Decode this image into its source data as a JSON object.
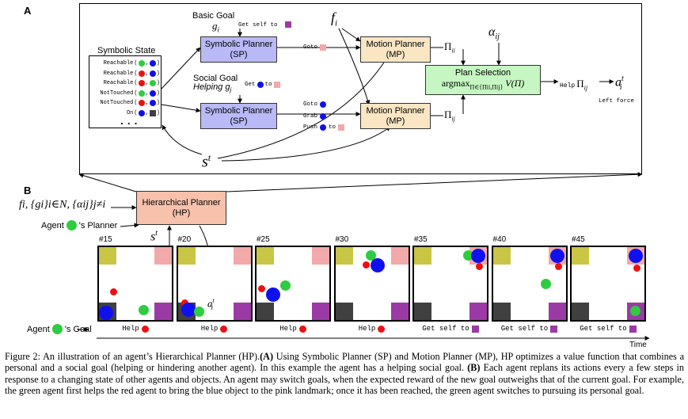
{
  "panel_a": {
    "label": "A",
    "symbolic_state_title": "Symbolic State",
    "state_rows": [
      {
        "pred": "Reachable",
        "a": "#2ecc40",
        "b": "#1010ee"
      },
      {
        "pred": "Reachable",
        "a": "#ee1010",
        "b": "#1010ee"
      },
      {
        "pred": "Reachable",
        "a": "#ee1010",
        "b": "#2ecc40"
      },
      {
        "pred": "NotTouched",
        "a": "#2ecc40",
        "b": "#1010ee"
      },
      {
        "pred": "NotTouched",
        "a": "#ee1010",
        "b": "#1010ee"
      },
      {
        "pred": "On",
        "a": "#1010ee",
        "b": "#404040"
      }
    ],
    "state_ellipsis": "...",
    "basic_goal_label": "Basic Goal",
    "basic_goal_var": "g",
    "basic_goal_sub": "i",
    "basic_goal_cmd": "Get self to",
    "social_goal_label": "Social Goal",
    "social_goal_var": "Helping g",
    "social_goal_sub": "j",
    "social_goal_cmd_1": "Get",
    "social_goal_cmd_2": "to",
    "sp_label": "Symbolic Planner",
    "sp_abbr": "(SP)",
    "mp_label": "Motion Planner",
    "mp_abbr": "(MP)",
    "ps_label": "Plan Selection",
    "ps_formula": "argmax",
    "ps_formula_sub": "Π∈{Πii,Πij}",
    "ps_formula_tail": "V(Π)",
    "goto_1": "Goto",
    "goto_2": "Goto",
    "grab": "Grab",
    "push": "Push",
    "push_to": "to",
    "pi_ii": "Π",
    "pi_ii_sub": "ii",
    "pi_ij": "Π",
    "pi_ij_sub": "ij",
    "f_i": "f",
    "f_i_sub": "i",
    "alpha": "α",
    "alpha_sub": "ij",
    "s_t": "s",
    "s_t_sup": "t",
    "help_out": "Help",
    "help_pi": "Π",
    "help_pi_sub": "ij",
    "a_out": "a",
    "a_out_sub": "i",
    "a_out_sup": "t",
    "left_force": "Left force"
  },
  "panel_b": {
    "label": "B",
    "inputs": "fi, {gi}i∈N, {αij}j≠i",
    "hp_label": "Hierarchical Planner",
    "hp_abbr": "(HP)",
    "agent_planner_1": "Agent",
    "agent_planner_2": "'s Planner",
    "s_t": "s",
    "s_t_sup": "t",
    "a_t": "a",
    "a_t_sub": "i",
    "a_t_sup": "t",
    "agent_goal_1": "Agent",
    "agent_goal_2": "'s Goal",
    "time_label": "Time",
    "frames": [
      {
        "num": "#15",
        "goal": "Help",
        "goal_color": "#ee1010",
        "goal_shape": "dot"
      },
      {
        "num": "#20",
        "goal": "Help",
        "goal_color": "#ee1010",
        "goal_shape": "dot"
      },
      {
        "num": "#25",
        "goal": "Help",
        "goal_color": "#ee1010",
        "goal_shape": "dot"
      },
      {
        "num": "#30",
        "goal": "Help",
        "goal_color": "#ee1010",
        "goal_shape": "dot"
      },
      {
        "num": "#35",
        "goal": "Get self to",
        "goal_color": "#9b3aa5",
        "goal_shape": "square"
      },
      {
        "num": "#40",
        "goal": "Get self to",
        "goal_color": "#9b3aa5",
        "goal_shape": "square"
      },
      {
        "num": "#45",
        "goal": "Get self to",
        "goal_color": "#9b3aa5",
        "goal_shape": "square"
      }
    ]
  },
  "caption": {
    "fig_label": "Figure 2:",
    "part1": "An illustration of an agent’s Hierarchical Planner (HP).",
    "a_bold": "(A)",
    "part2": "Using Symbolic Planner (SP) and Motion Planner (MP), HP optimizes a value function that combines a personal and a social goal (helping or hindering another agent). In this example the agent has a helping social goal.",
    "b_bold": "(B)",
    "part3": "Each agent replans its actions every a few steps in response to a changing state of other agents and objects. An agent may switch goals, when the expected reward of the new goal outweighs that of the current goal. For example, the green agent first helps the red agent to bring the blue object to the pink landmark; once it has been reached, the green agent switches to pursuing its personal goal."
  },
  "colors": {
    "green": "#2ecc40",
    "red": "#ee1010",
    "blue": "#1010ee",
    "pink": "#f2a9a9",
    "purple": "#9b3aa5",
    "olive": "#c9c545",
    "dark": "#404040"
  }
}
